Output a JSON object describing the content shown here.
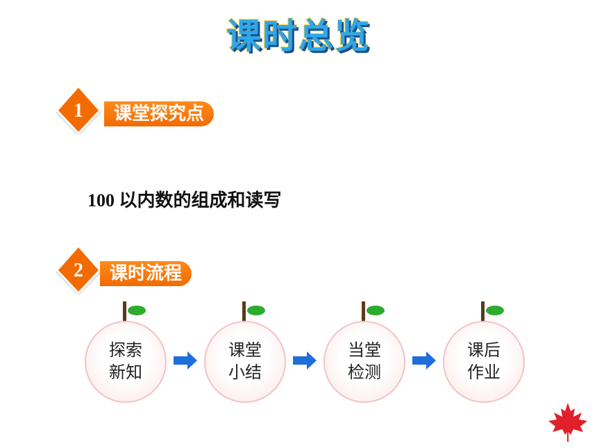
{
  "title": "课时总览",
  "sections": [
    {
      "number": "1",
      "label": "课堂探究点"
    },
    {
      "number": "2",
      "label": "课时流程"
    }
  ],
  "topic": "100 以内数的组成和读写",
  "flow": [
    {
      "line1": "探索",
      "line2": "新知"
    },
    {
      "line1": "课堂",
      "line2": "小结"
    },
    {
      "line1": "当堂",
      "line2": "检测"
    },
    {
      "line1": "课后",
      "line2": "作业"
    }
  ],
  "colors": {
    "accent": "#f26b00",
    "leaf": "#2eab2e",
    "arrow": "#1e6fd9",
    "maple": "#e0202a"
  },
  "icons": [
    "maple-leaf-icon",
    "arrow-right-icon"
  ]
}
